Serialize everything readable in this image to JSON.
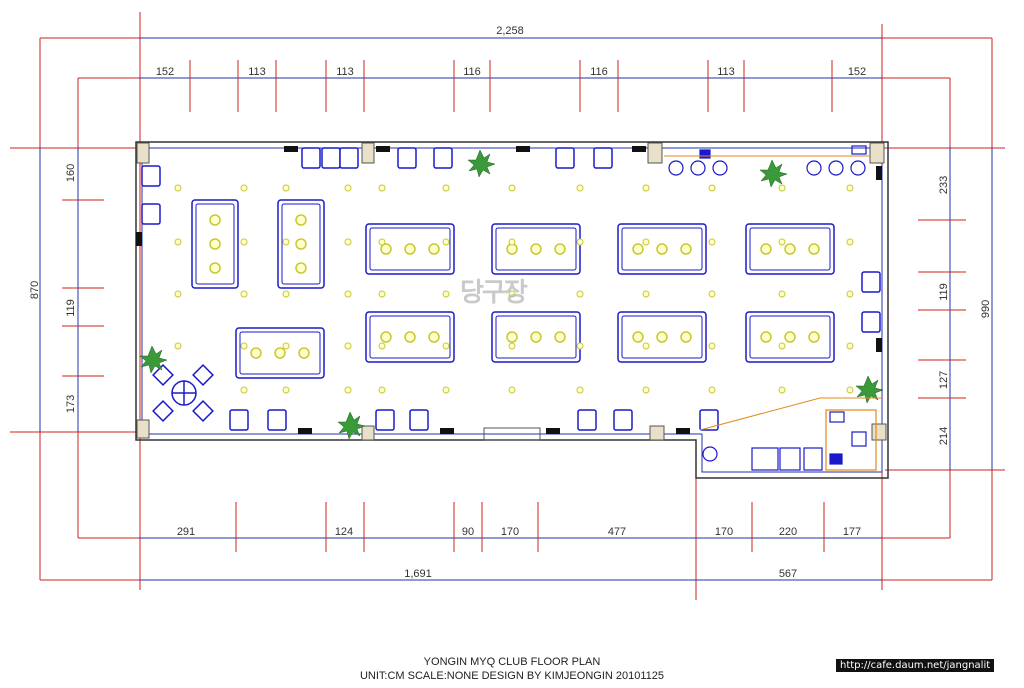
{
  "title": "YONGIN MYQ CLUB FLOOR PLAN",
  "subtitle": "UNIT:CM SCALE:NONE DESIGN BY KIMJEONGIN 20101125",
  "watermark_url": "http://cafe.daum.net/jangnalit",
  "watermark_logo": "당구장",
  "dimensions": {
    "top_total": "2,258",
    "top_segments": [
      "152",
      "113",
      "113",
      "116",
      "116",
      "113",
      "152"
    ],
    "left_total": "870",
    "left_segments": [
      "160",
      "119",
      "173"
    ],
    "right_total": "990",
    "right_segments": [
      "233",
      "119",
      "127",
      "214"
    ],
    "bottom_segments": [
      "291",
      "124",
      "90",
      "170",
      "477",
      "170",
      "220",
      "177"
    ],
    "bottom_totals": [
      "1,691",
      "567"
    ]
  },
  "colors": {
    "dimension_line": "#cc2222",
    "dimension_blue": "#2233aa",
    "furniture": "#1a1acc",
    "lights": "#c8c832",
    "wall": "#333333",
    "plant": "#2a8a2a"
  }
}
